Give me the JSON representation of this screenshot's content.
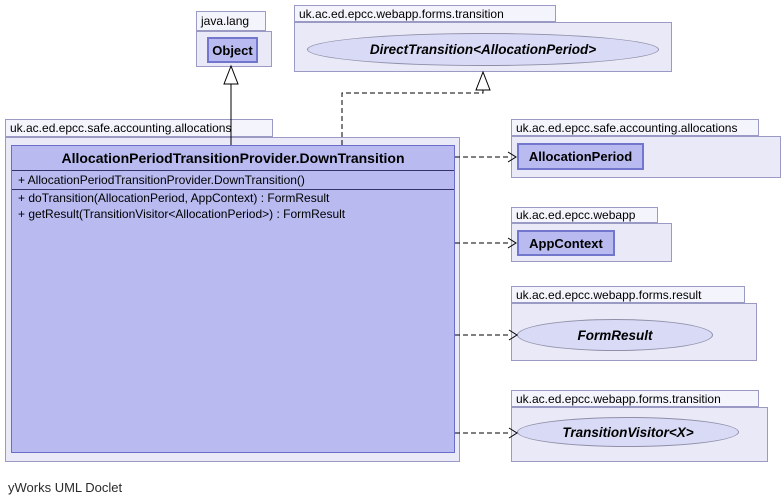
{
  "diagram": {
    "footer_text": "yWorks UML Doclet",
    "colors": {
      "class_fill": "#b8baf0",
      "class_border": "#7276cc",
      "package_body_fill": "#e9e9f8",
      "package_tab_fill": "#f4f4fd",
      "package_border": "#9a9ac4",
      "interface_ellipse_fill": "#d9dbf6",
      "interface_ellipse_border": "#8f8fa8",
      "connector_color": "#000000"
    },
    "packages": {
      "java_lang": {
        "label": "java.lang",
        "class_name": "Object"
      },
      "webapp_forms_transition_top": {
        "label": "uk.ac.ed.epcc.webapp.forms.transition",
        "interface_name": "DirectTransition<AllocationPeriod>"
      },
      "safe_accounting_allocations_main": {
        "label": "uk.ac.ed.epcc.safe.accounting.allocations",
        "class_name": "AllocationPeriodTransitionProvider.DownTransition",
        "constructor": "+ AllocationPeriodTransitionProvider.DownTransition()",
        "methods": [
          "+ doTransition(AllocationPeriod, AppContext) : FormResult",
          "+ getResult(TransitionVisitor<AllocationPeriod>) : FormResult"
        ]
      },
      "safe_accounting_allocations_right": {
        "label": "uk.ac.ed.epcc.safe.accounting.allocations",
        "class_name": "AllocationPeriod"
      },
      "webapp": {
        "label": "uk.ac.ed.epcc.webapp",
        "class_name": "AppContext"
      },
      "webapp_forms_result": {
        "label": "uk.ac.ed.epcc.webapp.forms.result",
        "interface_name": "FormResult"
      },
      "webapp_forms_transition_right": {
        "label": "uk.ac.ed.epcc.webapp.forms.transition",
        "interface_name": "TransitionVisitor<X>"
      }
    }
  }
}
